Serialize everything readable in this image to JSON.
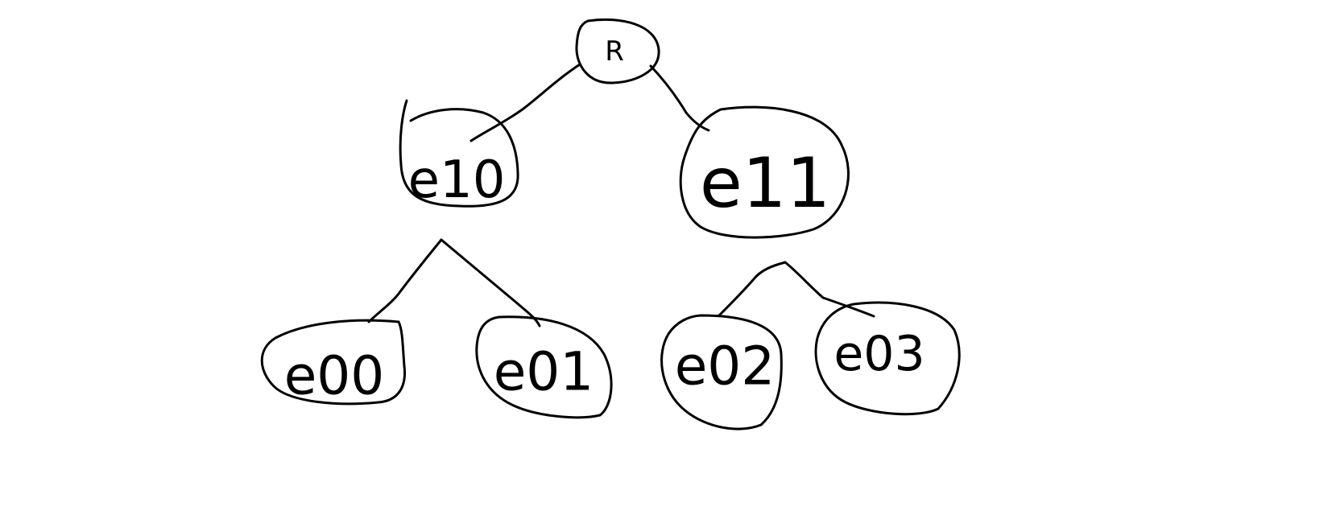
{
  "diagram": {
    "type": "tree",
    "ink_color": "#000000",
    "background_color": "#ffffff",
    "nodes": [
      {
        "id": "R",
        "label": "R"
      },
      {
        "id": "e10",
        "label": "e10"
      },
      {
        "id": "e11",
        "label": "e11"
      },
      {
        "id": "e00",
        "label": "e00"
      },
      {
        "id": "e01",
        "label": "e01"
      },
      {
        "id": "e02",
        "label": "e02"
      },
      {
        "id": "e03",
        "label": "e03"
      }
    ],
    "edges": [
      {
        "from": "R",
        "to": "e10"
      },
      {
        "from": "R",
        "to": "e11"
      },
      {
        "from": "e10",
        "to": "e00"
      },
      {
        "from": "e10",
        "to": "e01"
      },
      {
        "from": "e11",
        "to": "e02"
      },
      {
        "from": "e11",
        "to": "e03"
      }
    ]
  }
}
